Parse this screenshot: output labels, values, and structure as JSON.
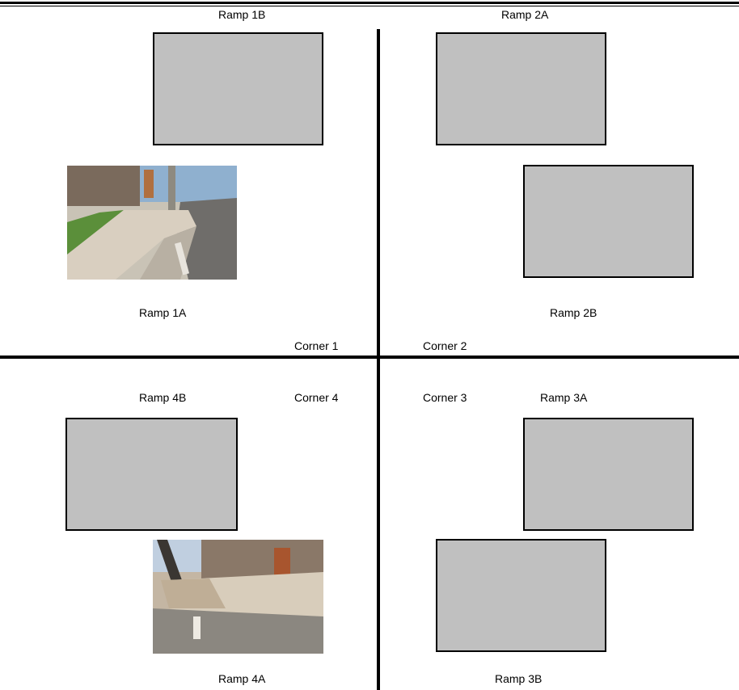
{
  "header": {
    "title_fragment": ""
  },
  "labels": {
    "ramp_1b": "Ramp 1B",
    "ramp_2a": "Ramp 2A",
    "ramp_1a": "Ramp 1A",
    "ramp_2b": "Ramp 2B",
    "corner_1": "Corner 1",
    "corner_2": "Corner 2",
    "ramp_4b": "Ramp 4B",
    "corner_4": "Corner 4",
    "corner_3": "Corner 3",
    "ramp_3a": "Ramp 3A",
    "ramp_4a": "Ramp 4A",
    "ramp_3b": "Ramp 3B"
  },
  "colors": {
    "placeholder_fill": "#c0c0c0",
    "divider": "#000000"
  },
  "photos": {
    "ramp_1a": {
      "description_icon": "sidewalk-curb-ramp-photo"
    },
    "ramp_4a": {
      "description_icon": "sidewalk-curb-ramp-photo"
    }
  }
}
